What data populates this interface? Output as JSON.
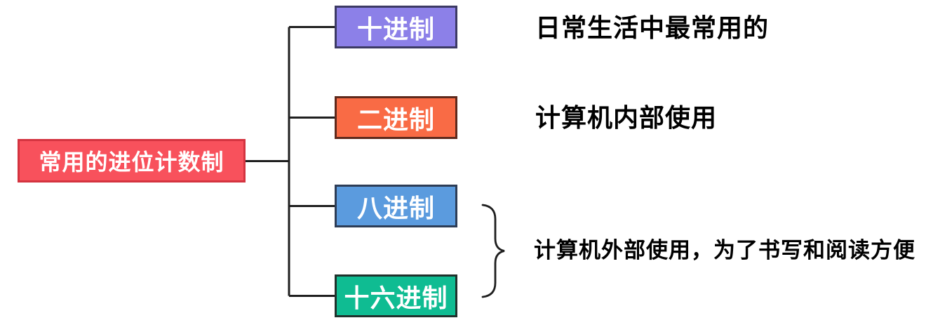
{
  "diagram": {
    "root": {
      "label": "常用的进位计数制",
      "fill": "#f8515c",
      "border": "#d43440",
      "text_color": "#ffffff"
    },
    "children": [
      {
        "label": "十进制",
        "fill": "#8c80e8",
        "border": "#3c3a64",
        "text_color": "#ffffff"
      },
      {
        "label": "二进制",
        "fill": "#f96b45",
        "border": "#5e291c",
        "text_color": "#ffffff"
      },
      {
        "label": "八进制",
        "fill": "#5b9bde",
        "border": "#2d3d56",
        "text_color": "#ffffff"
      },
      {
        "label": "十六进制",
        "fill": "#0fbc92",
        "border": "#20312c",
        "text_color": "#ffffff"
      }
    ],
    "notes": [
      {
        "text": "日常生活中最常用的"
      },
      {
        "text": "计算机内部使用"
      },
      {
        "text": "计算机外部使用，为了书写和阅读方便"
      }
    ],
    "line_color": "#1f1f1f",
    "note_text_color": "#000000"
  }
}
